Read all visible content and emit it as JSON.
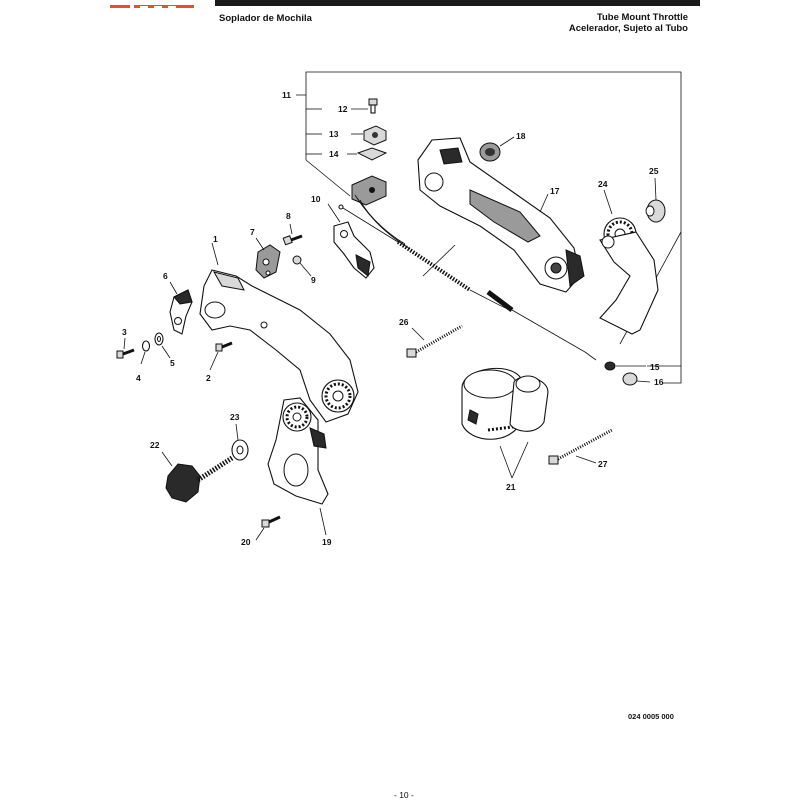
{
  "header": {
    "left_title": "Soplador de Mochila",
    "right_title_line1": "Tube Mount Throttle",
    "right_title_line2": "Acelerador, Sujeto al Tubo"
  },
  "footer": {
    "doc_number": "024 0005 000",
    "page_number": "- 10 -"
  },
  "brand": {
    "accent_color": "#e8501e"
  },
  "callouts": {
    "c1": "1",
    "c2": "2",
    "c3": "3",
    "c4": "4",
    "c5": "5",
    "c6": "6",
    "c7": "7",
    "c8": "8",
    "c9": "9",
    "c10": "10",
    "c11": "11",
    "c12": "12",
    "c13": "13",
    "c14": "14",
    "c15": "15",
    "c16": "16",
    "c17": "17",
    "c18": "18",
    "c19": "19",
    "c20": "20",
    "c21": "21",
    "c22": "22",
    "c23": "23",
    "c24": "24",
    "c25": "25",
    "c26": "26",
    "c27": "27"
  }
}
